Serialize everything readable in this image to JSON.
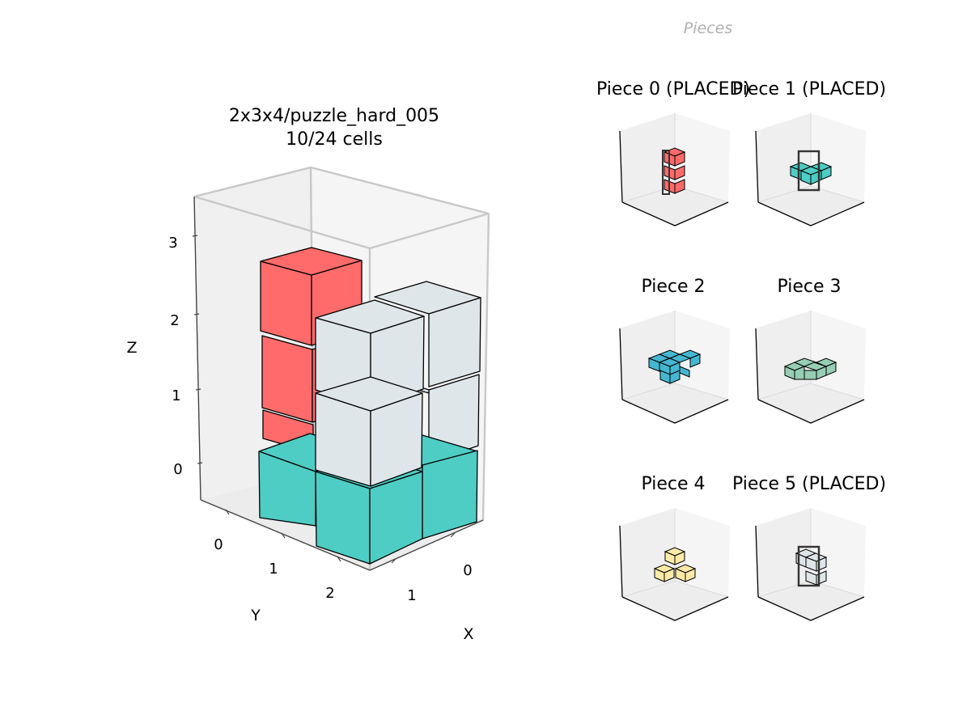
{
  "main": {
    "title_line1": "2x3x4/puzzle_hard_005",
    "title_line2": "10/24 cells",
    "axis_x_label": "X",
    "axis_y_label": "Y",
    "axis_z_label": "Z",
    "z_ticks": [
      "0",
      "1",
      "2",
      "3"
    ],
    "y_ticks": [
      "0",
      "1",
      "2"
    ],
    "x_ticks": [
      "0",
      "1"
    ]
  },
  "pieces_panel": {
    "header": "Pieces",
    "pieces": [
      {
        "label": "Piece 0 (PLACED)",
        "color": "#ff6b6b"
      },
      {
        "label": "Piece 1 (PLACED)",
        "color": "#4ecdc4"
      },
      {
        "label": "Piece 2",
        "color": "#45b7d1"
      },
      {
        "label": "Piece 3",
        "color": "#96ceb4"
      },
      {
        "label": "Piece 4",
        "color": "#ffeaa7"
      },
      {
        "label": "Piece 5 (PLACED)",
        "color": "#dfe6e9"
      }
    ]
  },
  "colors": {
    "red": "#ff6b6b",
    "teal": "#4ecdc4",
    "silver": "#dfe6e9",
    "blue": "#45b7d1",
    "mint": "#96ceb4",
    "yellow": "#ffeaa7"
  }
}
